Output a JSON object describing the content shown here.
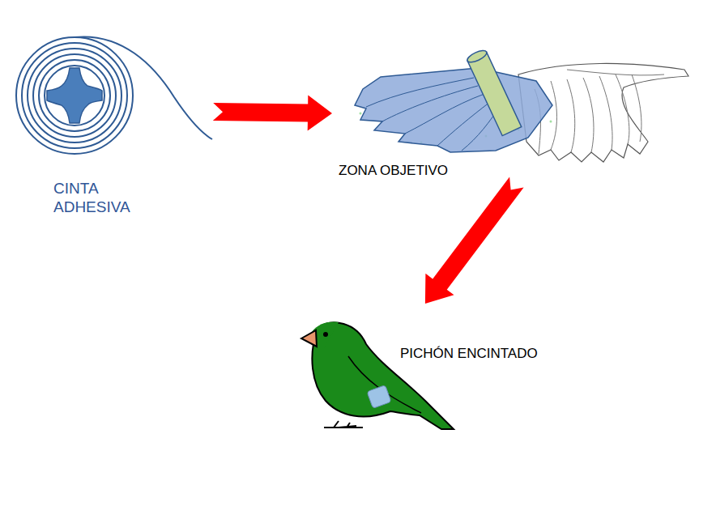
{
  "diagram": {
    "nodes": [
      {
        "text": [
          "CINTA ADHESIVA"
        ]
      },
      {
        "text": [
          "ZONA OBJETIVO"
        ]
      },
      {
        "text": [
          "PICHÓN ENCINTADO"
        ]
      }
    ],
    "edges": [
      {
        "from": 0,
        "to": 1,
        "arrow": "to"
      },
      {
        "from": 1,
        "to": 2,
        "arrow": "to"
      }
    ]
  }
}
